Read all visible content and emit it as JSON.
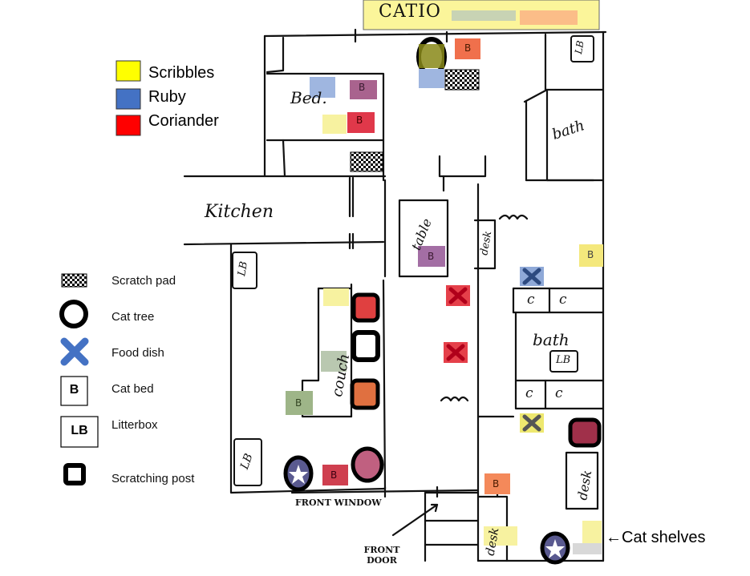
{
  "areas": {
    "catio": "CATIO",
    "bed": "Bed.",
    "bath_top": "bath",
    "kitchen": "Kitchen",
    "table": "table",
    "desk_mid": "desk",
    "couch": "couch",
    "bath_mid": "bath",
    "desk_right": "desk",
    "desk_bottom": "desk",
    "front_window": "FRONT WINDOW",
    "front_door": "FRONT DOOR",
    "cat_shelves": "←Cat shelves"
  },
  "closet_labels": [
    "c",
    "c",
    "c",
    "c"
  ],
  "cats": [
    {
      "name": "Scribbles",
      "color": "#ffff00"
    },
    {
      "name": "Ruby",
      "color": "#4472c4"
    },
    {
      "name": "Coriander",
      "color": "#ff0000"
    }
  ],
  "legend": {
    "scratch_pad": "Scratch pad",
    "cat_tree": "Cat tree",
    "food_dish": "Food dish",
    "cat_bed": "Cat bed",
    "cat_bed_glyph": "B",
    "litterbox": "Litterbox",
    "litterbox_glyph": "LB",
    "scratching_post": "Scratching post"
  },
  "marker_glyphs": {
    "bed": "B",
    "litterbox": "LB"
  }
}
